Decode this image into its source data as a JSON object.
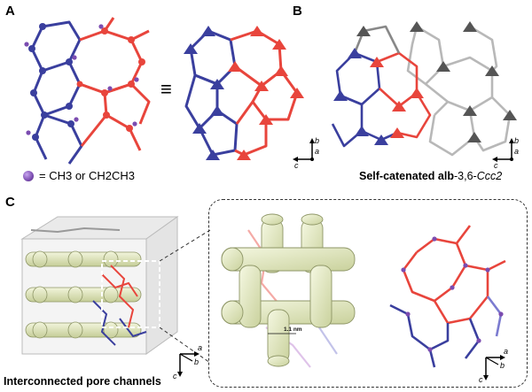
{
  "panels": {
    "A": {
      "letter": "A",
      "legend_text": "= CH3 or CH2CH3",
      "equiv_symbol": "≡",
      "axes": {
        "b": "b",
        "a": "a",
        "c": "c"
      }
    },
    "B": {
      "letter": "B",
      "caption_bold": "Self-catenated alb",
      "caption_rest": "-3,6-",
      "caption_italic": "Ccc2",
      "axes": {
        "b": "b",
        "a": "a",
        "c": "c"
      }
    },
    "C": {
      "letter": "C",
      "caption": "Interconnected pore channels",
      "scale_label": "1.1 nm",
      "axes_left": {
        "a": "a",
        "b": "b",
        "c": "c"
      },
      "axes_right": {
        "a": "a",
        "b": "b",
        "c": "c"
      }
    }
  },
  "colors": {
    "red": "#e8453c",
    "blue": "#3a3f9e",
    "grey": "#9a9a9a",
    "pore": "#dfe6bd",
    "pore_edge": "#8e9666",
    "purple": "#7b4cb0"
  }
}
